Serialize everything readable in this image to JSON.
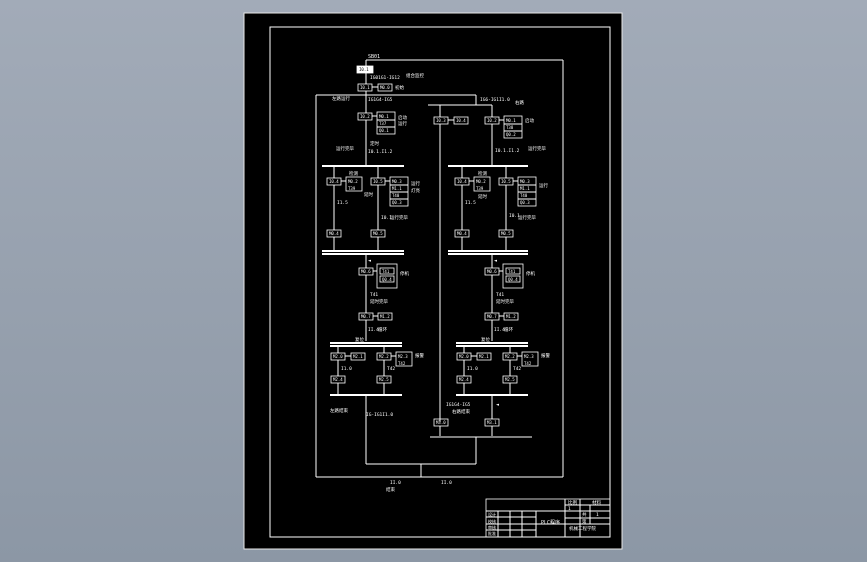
{
  "top_label": "SB01",
  "labels": {
    "t1": "IG01G1-IG12",
    "t2": "IG1G4-IG5",
    "t3": "IG6-IG1I1.0",
    "mid_left": "IG-IG1I1.0",
    "mid_right": "IG1G4-IG5",
    "bot_left": "II.0",
    "bot_right": "II.0",
    "l_r": "II.4",
    "r_r": "II.4",
    "l_s": "I1.5",
    "r_s": "I1.5"
  },
  "boxes": {
    "top": "I0.1",
    "b1": "I0.1",
    "b2": "M0.0",
    "b3": "I0.2",
    "b4": "M0.1",
    "b5": "T37",
    "b6": "T38",
    "b7": "I0.3",
    "b8": "I0.4",
    "b9": "Q0.1",
    "b10": "Q0.2"
  },
  "title_block": {
    "label": "PLC程序",
    "code": "1",
    "sheet": "1"
  }
}
